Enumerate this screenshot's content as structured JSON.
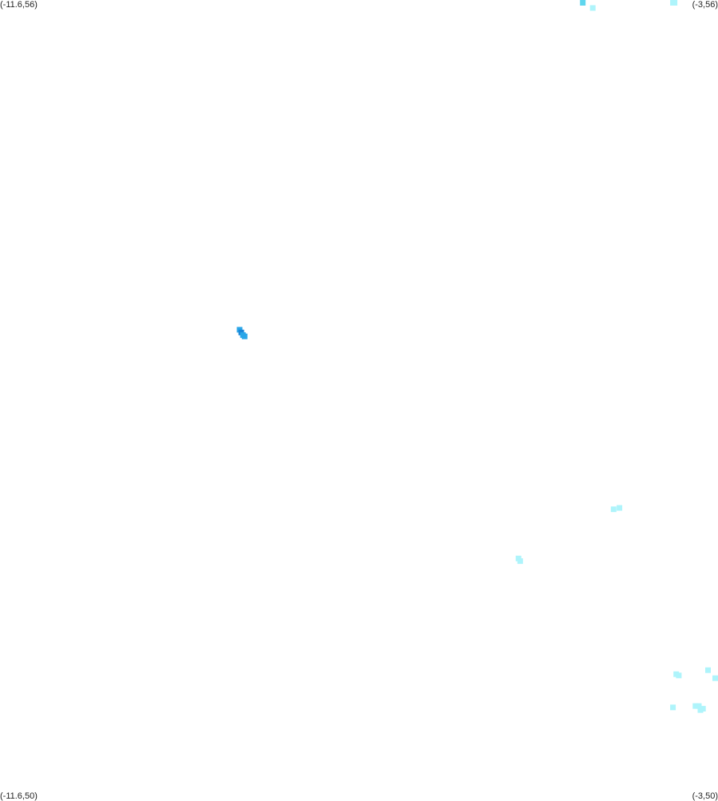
{
  "corners": {
    "top_left": "(-11.6,56)",
    "top_right": "(-3,56)",
    "bottom_left": "(-11.6,50)",
    "bottom_right": "(-3,50)"
  },
  "colors": {
    "background": "#ffffff",
    "low_density": "#aef4fb",
    "mid_density": "#5fd6ee",
    "high_density": "#2aa6e8",
    "peak_density": "#1a86d8"
  },
  "chart_data": {
    "type": "heatmap",
    "xlim": [
      -11.6,
      -3
    ],
    "ylim": [
      50,
      56
    ],
    "points": [
      {
        "lon": -4.62,
        "lat": 55.99,
        "level": 2
      },
      {
        "lon": -3.52,
        "lat": 55.98,
        "level": 1
      },
      {
        "lon": -3.54,
        "lat": 55.99,
        "level": 1
      },
      {
        "lon": -4.5,
        "lat": 55.94,
        "level": 1
      },
      {
        "lon": -8.73,
        "lat": 53.52,
        "level": 3
      },
      {
        "lon": -8.71,
        "lat": 53.5,
        "level": 4
      },
      {
        "lon": -8.69,
        "lat": 53.48,
        "level": 3
      },
      {
        "lon": -8.67,
        "lat": 53.47,
        "level": 3
      },
      {
        "lon": -4.25,
        "lat": 52.17,
        "level": 1
      },
      {
        "lon": -4.18,
        "lat": 52.18,
        "level": 1
      },
      {
        "lon": -5.39,
        "lat": 51.8,
        "level": 1
      },
      {
        "lon": -5.37,
        "lat": 51.78,
        "level": 1
      },
      {
        "lon": -3.5,
        "lat": 50.93,
        "level": 1
      },
      {
        "lon": -3.47,
        "lat": 50.92,
        "level": 1
      },
      {
        "lon": -3.12,
        "lat": 50.96,
        "level": 1
      },
      {
        "lon": -3.02,
        "lat": 50.9,
        "level": 1
      },
      {
        "lon": -3.54,
        "lat": 50.68,
        "level": 1
      },
      {
        "lon": -3.27,
        "lat": 50.69,
        "level": 1
      },
      {
        "lon": -3.23,
        "lat": 50.69,
        "level": 1
      },
      {
        "lon": -3.21,
        "lat": 50.66,
        "level": 1
      },
      {
        "lon": -3.18,
        "lat": 50.67,
        "level": 1
      }
    ]
  }
}
